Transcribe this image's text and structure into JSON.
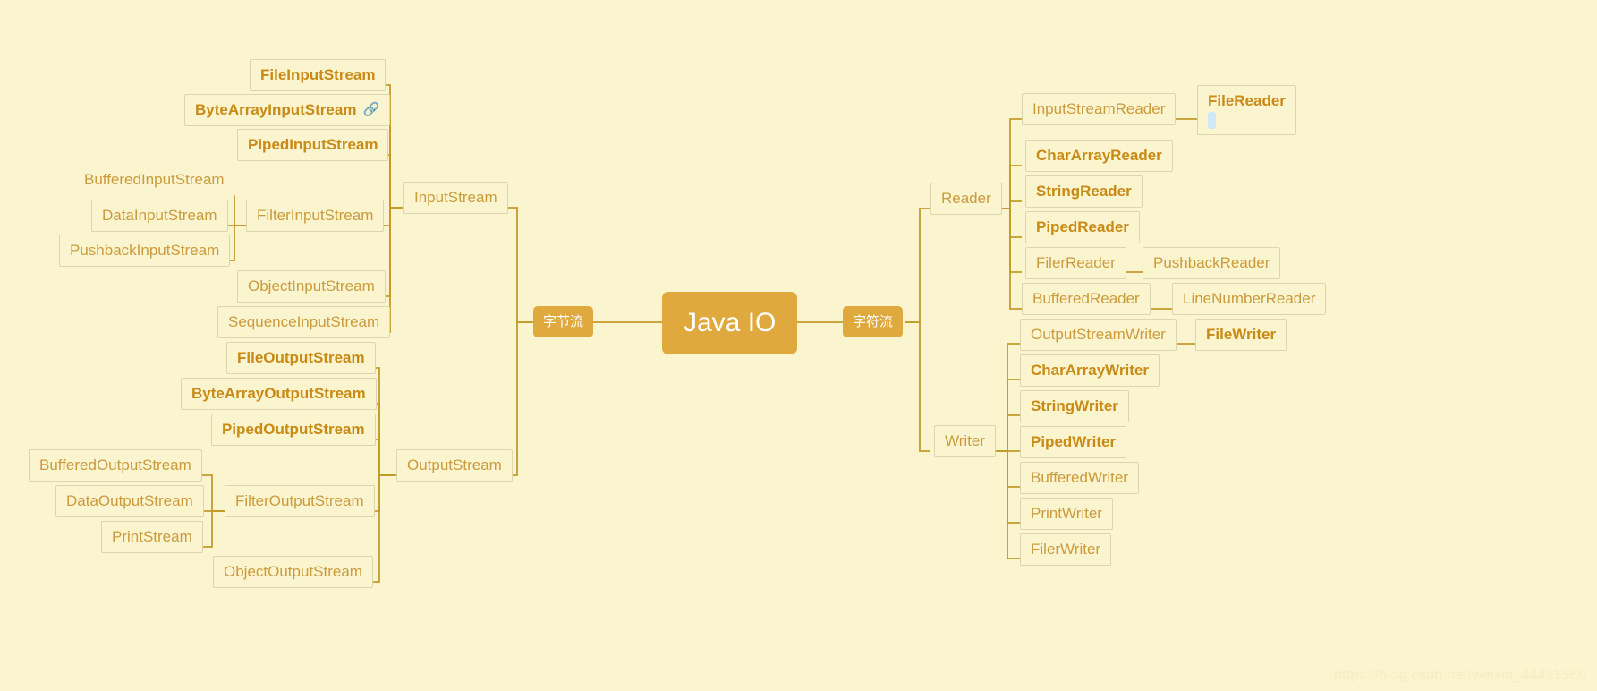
{
  "diagram": {
    "title": "Java IO",
    "background_color": "#faf4cf",
    "accent_color": "#dfa93d",
    "node_text_color": "#c6902a",
    "link_color": "#c49a2b",
    "watermark": "https://blog.csdn.net/weixin_44411569"
  },
  "root": {
    "label": "Java IO"
  },
  "branches": {
    "byte_stream": {
      "label": "字节流"
    },
    "char_stream": {
      "label": "字符流"
    }
  },
  "byte_stream": {
    "input_stream": {
      "label": "InputStream"
    },
    "output_stream": {
      "label": "OutputStream"
    },
    "input_children": [
      {
        "label": "FileInputStream",
        "style": "bold"
      },
      {
        "label": "ByteArrayInputStream",
        "style": "bold",
        "icon": "link-icon"
      },
      {
        "label": "PipedInputStream",
        "style": "bold"
      },
      {
        "label": "FilterInputStream",
        "style": "plain"
      },
      {
        "label": "ObjectInputStream",
        "style": "plain"
      },
      {
        "label": "SequenceInputStream",
        "style": "plain"
      }
    ],
    "filter_input_children": [
      {
        "label": "BufferedInputStream",
        "style": "plain",
        "border": "none"
      },
      {
        "label": "DataInputStream",
        "style": "plain"
      },
      {
        "label": "PushbackInputStream",
        "style": "plain"
      }
    ],
    "output_children": [
      {
        "label": "FileOutputStream",
        "style": "bold"
      },
      {
        "label": "ByteArrayOutputStream",
        "style": "bold"
      },
      {
        "label": "PipedOutputStream",
        "style": "bold"
      },
      {
        "label": "FilterOutputStream",
        "style": "plain"
      },
      {
        "label": "ObjectOutputStream",
        "style": "plain"
      }
    ],
    "filter_output_children": [
      {
        "label": "BufferedOutputStream",
        "style": "plain"
      },
      {
        "label": "DataOutputStream",
        "style": "plain"
      },
      {
        "label": "PrintStream",
        "style": "plain"
      }
    ]
  },
  "char_stream": {
    "reader": {
      "label": "Reader"
    },
    "writer": {
      "label": "Writer"
    },
    "reader_children": [
      {
        "label": "InputStreamReader",
        "style": "plain"
      },
      {
        "label": "CharArrayReader",
        "style": "bold"
      },
      {
        "label": "StringReader",
        "style": "bold"
      },
      {
        "label": "PipedReader",
        "style": "bold"
      },
      {
        "label": "FilerReader",
        "style": "plain"
      },
      {
        "label": "BufferedReader",
        "style": "plain"
      }
    ],
    "reader_grandchildren": [
      {
        "label": "FileReader",
        "style": "bold",
        "selected": true
      },
      {
        "label": "PushbackReader",
        "style": "plain"
      },
      {
        "label": "LineNumberReader",
        "style": "plain"
      }
    ],
    "writer_children": [
      {
        "label": "OutputStreamWriter",
        "style": "plain"
      },
      {
        "label": "CharArrayWriter",
        "style": "bold"
      },
      {
        "label": "StringWriter",
        "style": "bold"
      },
      {
        "label": "PipedWriter",
        "style": "bold"
      },
      {
        "label": "BufferedWriter",
        "style": "plain"
      },
      {
        "label": "PrintWriter",
        "style": "plain"
      },
      {
        "label": "FilerWriter",
        "style": "plain"
      }
    ],
    "writer_grandchildren": [
      {
        "label": "FileWriter",
        "style": "bold"
      }
    ]
  }
}
